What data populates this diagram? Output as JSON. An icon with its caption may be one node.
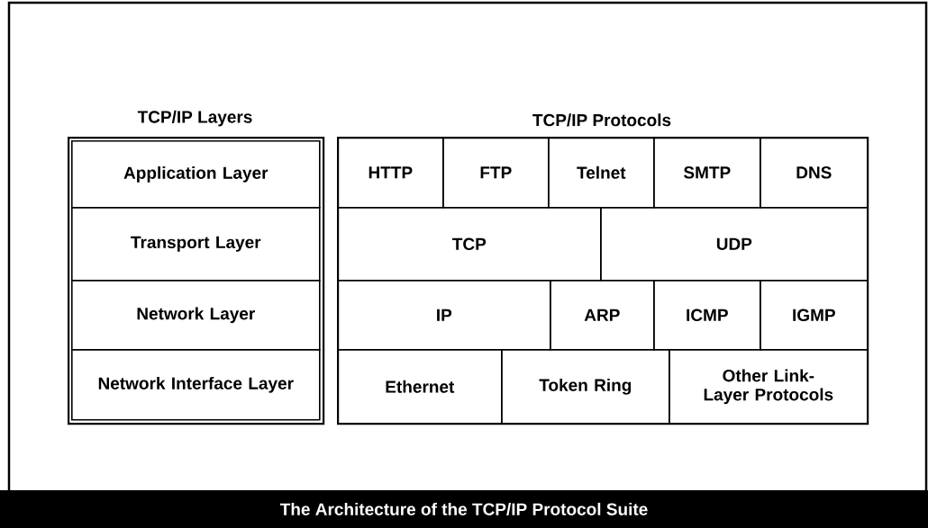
{
  "diagram": {
    "caption": "The Architecture of the TCP/IP Protocol Suite",
    "nodes": [
      {
        "text": [
          "TCP/IP Layers"
        ]
      },
      {
        "text": [
          "Application Layer"
        ],
        "in": 0
      },
      {
        "text": [
          "Transport Layer"
        ],
        "in": 0
      },
      {
        "text": [
          "Network Layer"
        ],
        "in": 0
      },
      {
        "text": [
          "Network Interface Layer"
        ],
        "in": 0
      },
      {
        "text": [
          "TCP/IP Protocols"
        ]
      },
      {
        "text": [
          "HTTP"
        ],
        "in": 5
      },
      {
        "text": [
          "FTP"
        ],
        "in": 5
      },
      {
        "text": [
          "Telnet"
        ],
        "in": 5
      },
      {
        "text": [
          "SMTP"
        ],
        "in": 5
      },
      {
        "text": [
          "DNS"
        ],
        "in": 5
      },
      {
        "text": [
          "TCP"
        ],
        "in": 5
      },
      {
        "text": [
          "UDP"
        ],
        "in": 5
      },
      {
        "text": [
          "IP"
        ],
        "in": 5
      },
      {
        "text": [
          "ARP"
        ],
        "in": 5
      },
      {
        "text": [
          "ICMP"
        ],
        "in": 5
      },
      {
        "text": [
          "IGMP"
        ],
        "in": 5
      },
      {
        "text": [
          "Ethernet"
        ],
        "in": 5
      },
      {
        "text": [
          "Token Ring"
        ],
        "in": 5
      },
      {
        "text": [
          "Other Link-Layer Protocols"
        ],
        "in": 5
      }
    ]
  }
}
